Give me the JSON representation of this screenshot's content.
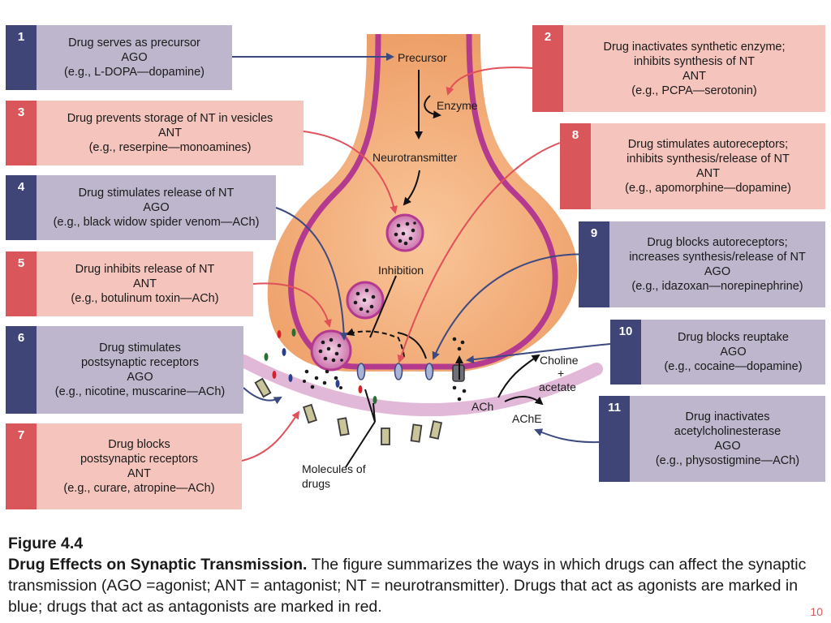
{
  "boxes": [
    {
      "number": "1",
      "lines": [
        "Drug serves as precursor",
        "AGO",
        "(e.g., L-DOPA—dopamine)"
      ],
      "kind": "agonist"
    },
    {
      "number": "2",
      "lines": [
        "Drug inactivates synthetic enzyme;",
        "inhibits synthesis of NT",
        "ANT",
        "(e.g., PCPA—serotonin)"
      ],
      "kind": "antagonist"
    },
    {
      "number": "3",
      "lines": [
        "Drug prevents storage of NT in vesicles",
        "ANT",
        "(e.g., reserpine—monoamines)"
      ],
      "kind": "antagonist"
    },
    {
      "number": "4",
      "lines": [
        "Drug stimulates release of NT",
        "AGO",
        "(e.g., black widow spider venom—ACh)"
      ],
      "kind": "agonist"
    },
    {
      "number": "5",
      "lines": [
        "Drug inhibits release of NT",
        "ANT",
        "(e.g., botulinum toxin—ACh)"
      ],
      "kind": "antagonist"
    },
    {
      "number": "6",
      "lines": [
        "Drug stimulates",
        "postsynaptic receptors",
        "AGO",
        "(e.g., nicotine, muscarine—ACh)"
      ],
      "kind": "agonist"
    },
    {
      "number": "7",
      "lines": [
        "Drug blocks",
        "postsynaptic receptors",
        "ANT",
        "(e.g., curare, atropine—ACh)"
      ],
      "kind": "antagonist"
    },
    {
      "number": "8",
      "lines": [
        "Drug stimulates autoreceptors;",
        "inhibits synthesis/release of NT",
        "ANT",
        "(e.g., apomorphine—dopamine)"
      ],
      "kind": "antagonist"
    },
    {
      "number": "9",
      "lines": [
        "Drug blocks autoreceptors;",
        "increases synthesis/release of NT",
        "AGO",
        "(e.g., idazoxan—norepinephrine)"
      ],
      "kind": "agonist"
    },
    {
      "number": "10",
      "lines": [
        "Drug blocks reuptake",
        "AGO",
        "(e.g., cocaine—dopamine)"
      ],
      "kind": "agonist"
    },
    {
      "number": "11",
      "lines": [
        "Drug inactivates",
        "acetylcholinesterase",
        "AGO",
        "(e.g., physostigmine—ACh)"
      ],
      "kind": "agonist"
    }
  ],
  "labels": {
    "precursor": "Precursor",
    "enzyme": "Enzyme",
    "neurotransmitter": "Neurotransmitter",
    "inhibition": "Inhibition",
    "choline": "Choline",
    "plus": "+",
    "acetate": "acetate",
    "ach": "ACh",
    "ache": "AChE",
    "molecules_1": "Molecules of",
    "molecules_2": "drugs"
  },
  "caption": {
    "figure": "Figure 4.4",
    "title": "Drug Effects on Synaptic Transmission.",
    "body": " The figure summarizes the ways in which drugs can affect the synaptic transmission (AGO =agonist; ANT = antagonist; NT = neurotransmitter). Drugs that act as agonists are marked in blue; drugs that act as antagonists are marked in red."
  },
  "slide_number": "10",
  "colors": {
    "agonist_arrow": "#3d4a82",
    "antagonist_arrow": "#e0515a",
    "agonist_box": "#bdb6cc",
    "antagonist_box": "#f4c4bd",
    "terminal": "#f2ad7a",
    "membrane": "#b33a8f"
  }
}
